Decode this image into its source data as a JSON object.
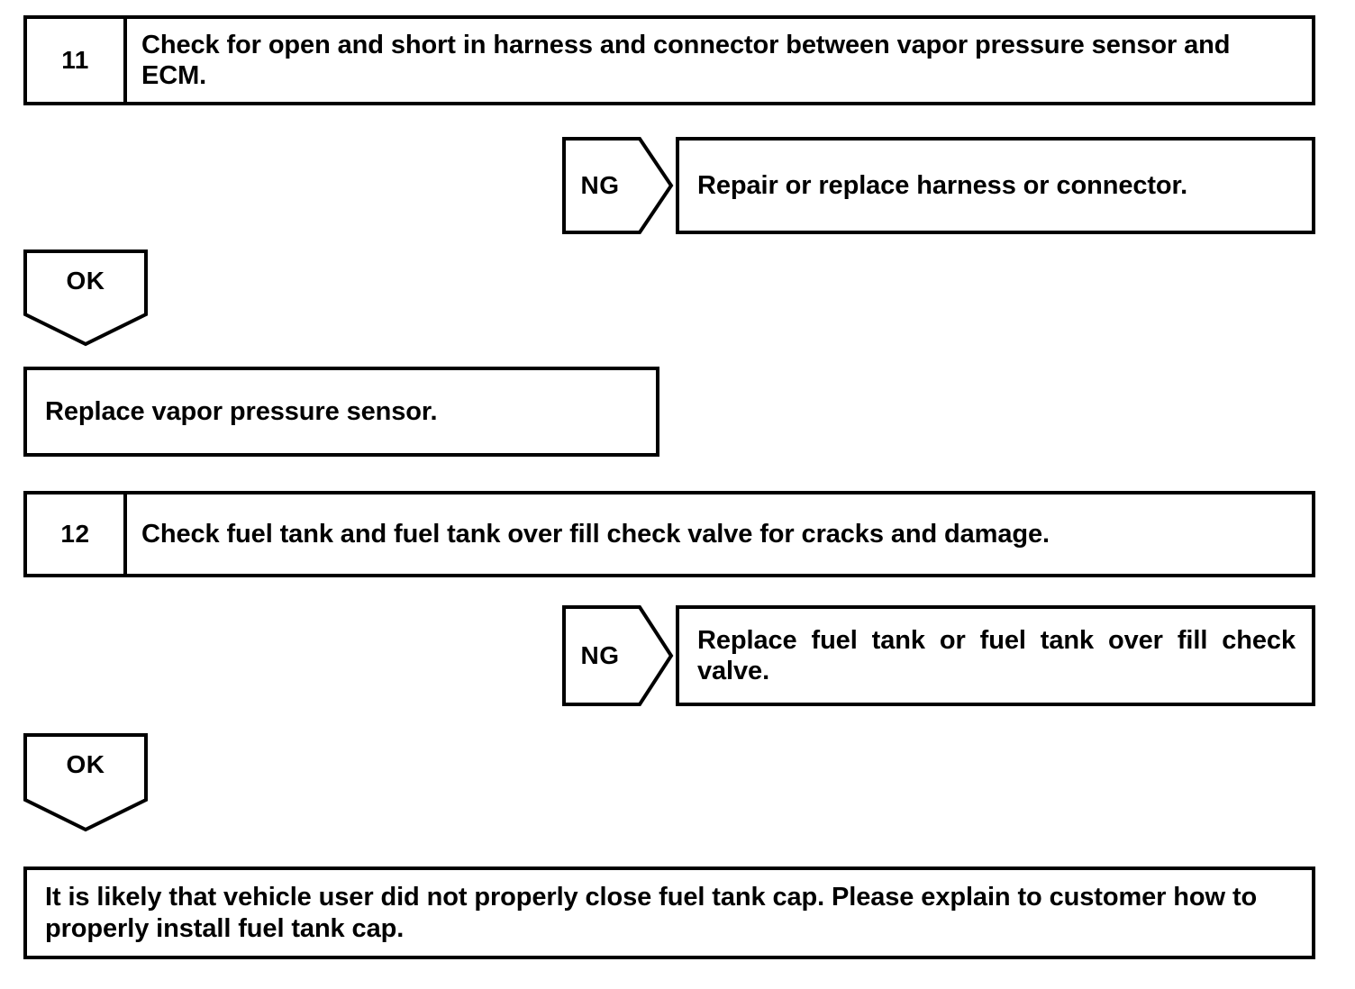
{
  "document": {
    "type": "diagnostic-flowchart",
    "colors": {
      "ink": "#000000",
      "paper": "#ffffff"
    }
  },
  "flow": {
    "steps": [
      {
        "id": "step-11",
        "number": "11",
        "text": "Check for open and short in harness and connector between vapor pressure sensor and ECM."
      },
      {
        "id": "step-12",
        "number": "12",
        "text": "Check fuel tank and fuel tank over fill check valve for cracks and damage."
      }
    ],
    "branches": [
      {
        "id": "branch-ng-1",
        "label": "NG",
        "result": "Repair or replace harness or connector."
      },
      {
        "id": "branch-ng-2",
        "label": "NG",
        "result": "Replace fuel tank or fuel tank over fill check valve."
      }
    ],
    "ok_markers": [
      {
        "id": "ok-1",
        "label": "OK"
      },
      {
        "id": "ok-2",
        "label": "OK"
      }
    ],
    "statements": [
      {
        "id": "statement-replace-sensor",
        "text": "Replace vapor pressure sensor."
      },
      {
        "id": "statement-conclusion",
        "text": "It is likely that vehicle user did not properly close fuel tank cap. Please explain to customer how to properly install fuel tank cap."
      }
    ]
  }
}
